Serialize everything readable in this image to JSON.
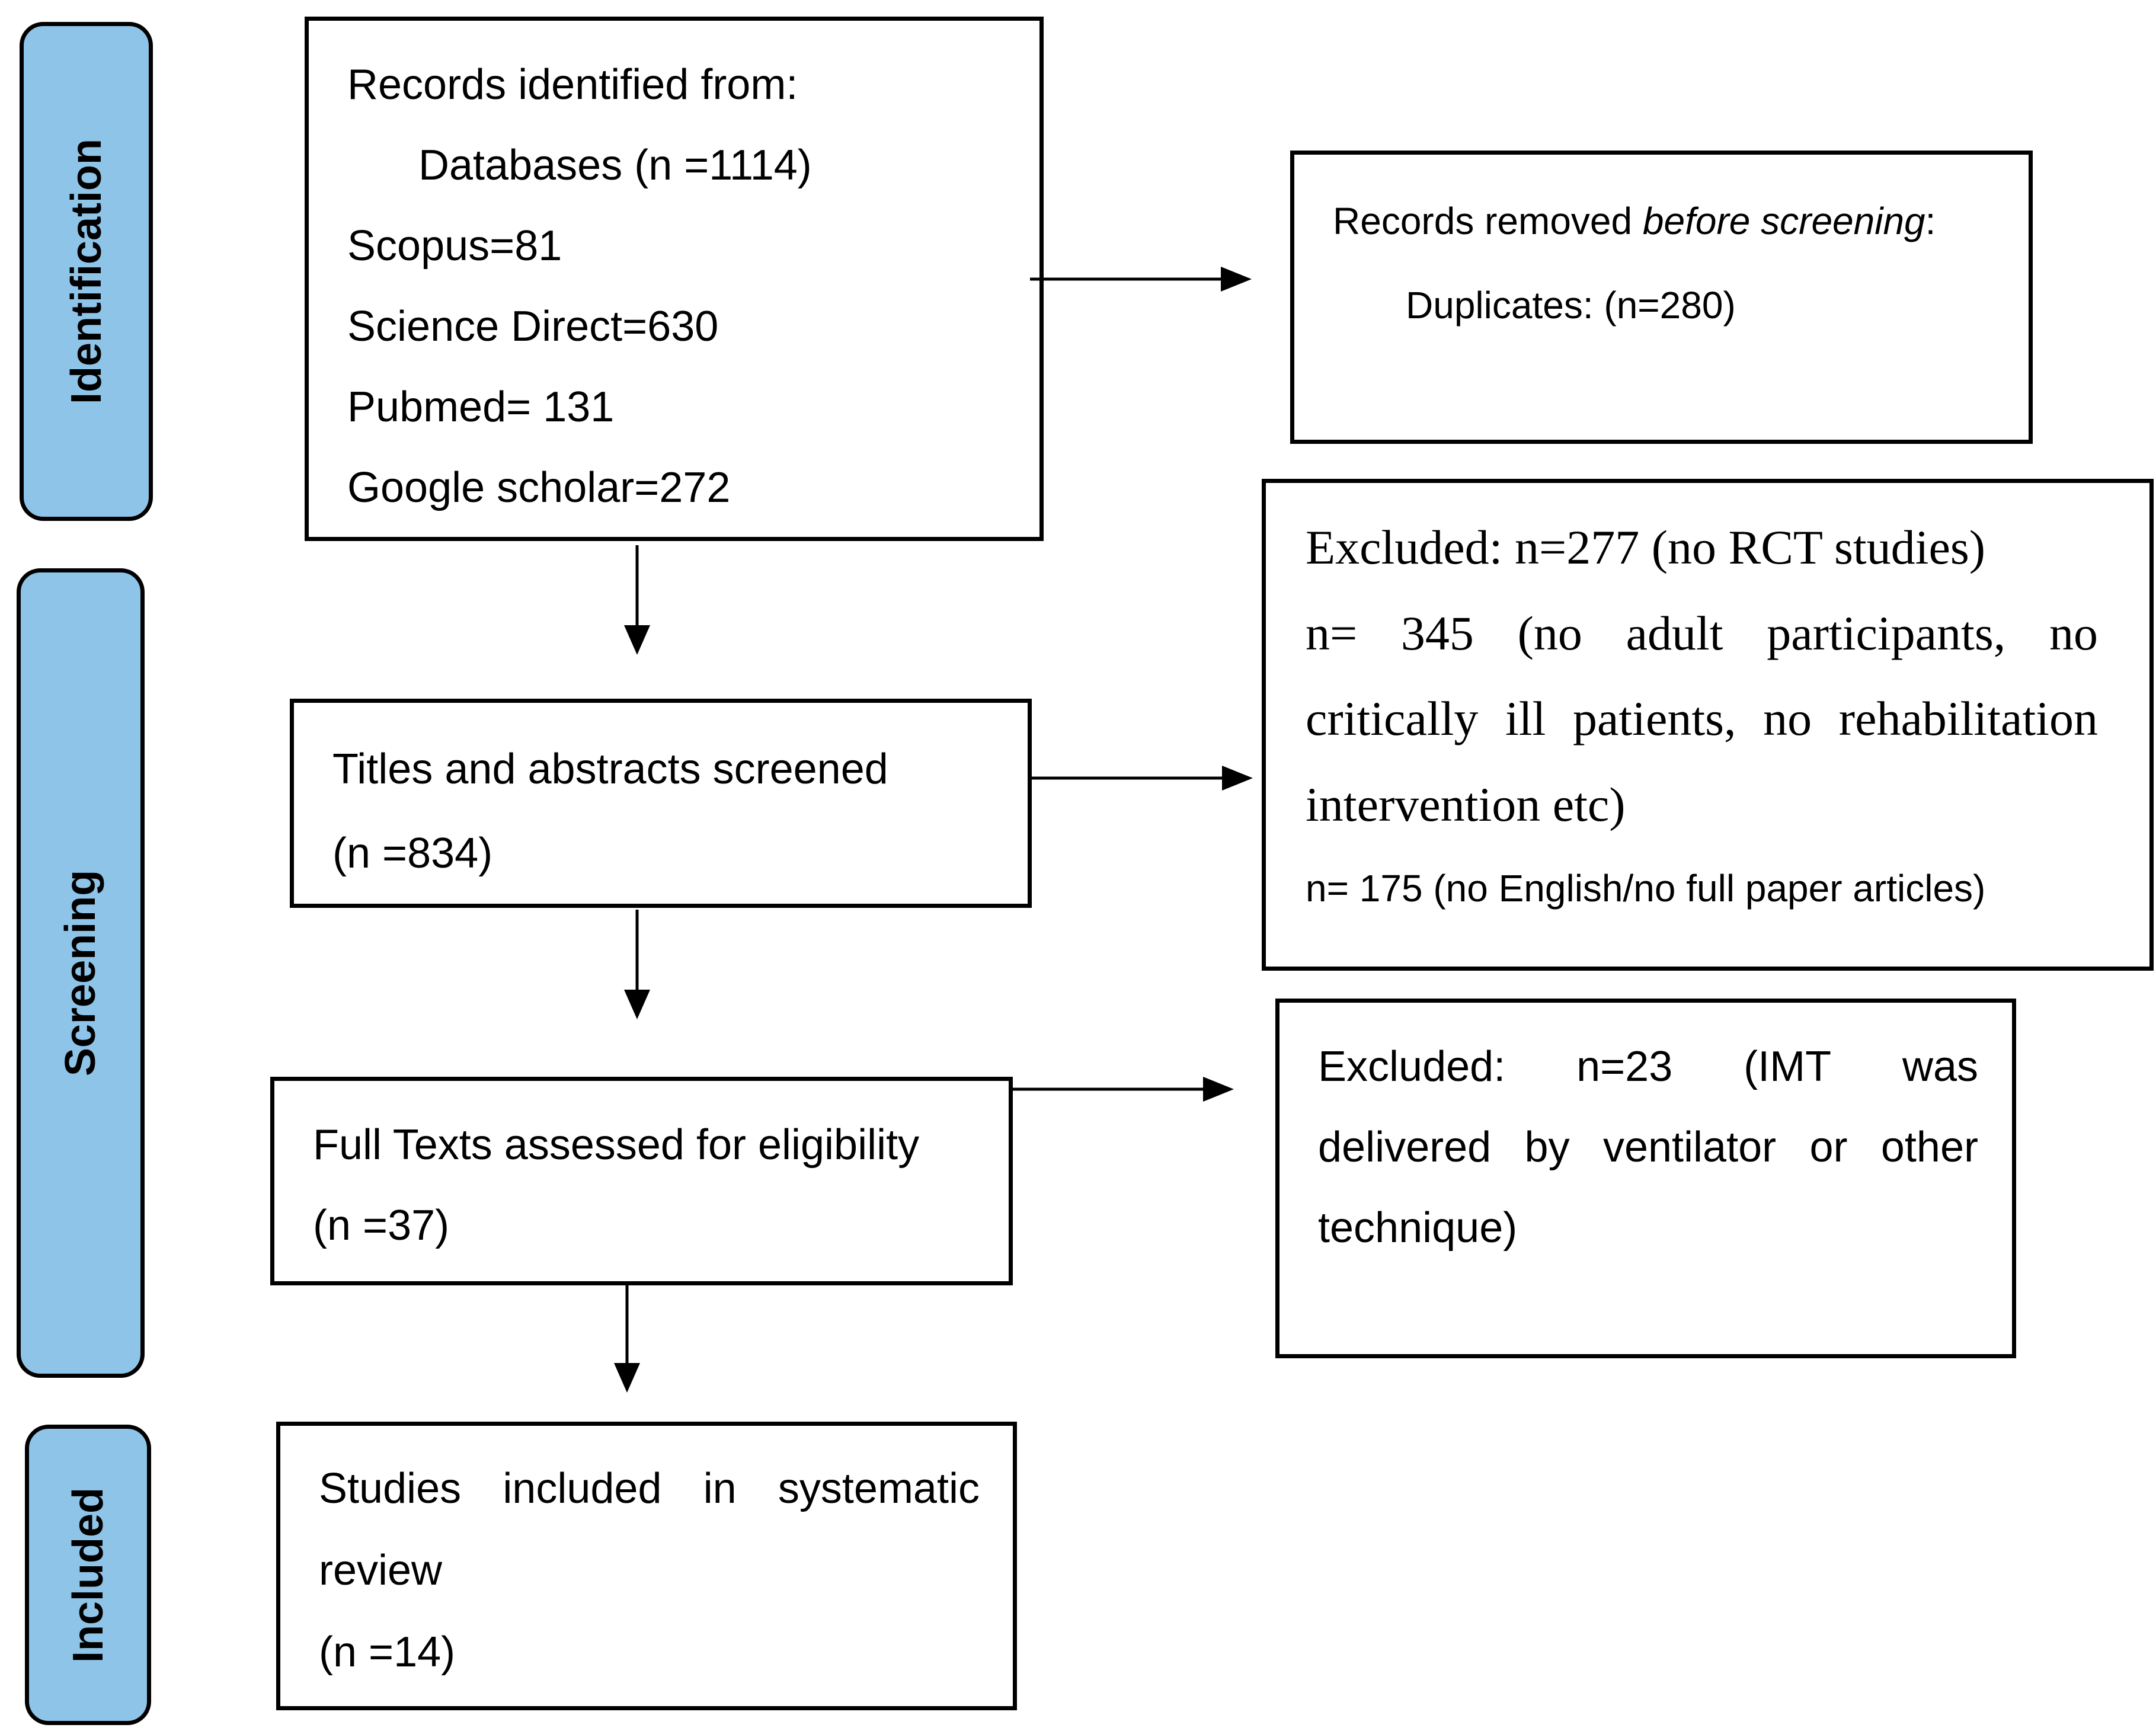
{
  "stages": {
    "identification": "Identification",
    "screening": "Screening",
    "included": "Included"
  },
  "identified": {
    "heading": "Records identified from:",
    "databases": "Databases (n =1114)",
    "scopus": "Scopus=81",
    "science_direct": "Science Direct=630",
    "pubmed": "Pubmed= 131",
    "google_scholar": "Google scholar=272"
  },
  "removed": {
    "heading_prefix": "Records removed ",
    "heading_italic": "before screening",
    "heading_suffix": ":",
    "duplicates": "Duplicates: (n=280)"
  },
  "screened": {
    "title": "Titles and abstracts screened",
    "count": "(n =834)"
  },
  "excluded_screening": {
    "line1": "Excluded: n=277 (no RCT studies)",
    "line2_words": [
      "n=",
      "345",
      "(no",
      "adult",
      "participants,",
      "no"
    ],
    "line3_words": [
      "critically",
      "ill",
      "patients,",
      "no",
      "rehabilitation"
    ],
    "line4": "intervention etc)",
    "line5": "n= 175 (no English/no full paper articles)"
  },
  "full_texts": {
    "title": "Full Texts assessed for eligibility",
    "count": "(n =37)"
  },
  "excluded_eligibility": {
    "line1_words": [
      "Excluded:",
      "n=23",
      "(IMT",
      "was"
    ],
    "line2_words": [
      "delivered",
      "by",
      "ventilator",
      "or",
      "other"
    ],
    "line3": "technique)"
  },
  "included": {
    "line1_words": [
      "Studies",
      "included",
      "in",
      "systematic"
    ],
    "line2": "review",
    "count": "(n =14)"
  },
  "colors": {
    "stage_fill": "#8fc4e9",
    "stroke": "#000000"
  }
}
